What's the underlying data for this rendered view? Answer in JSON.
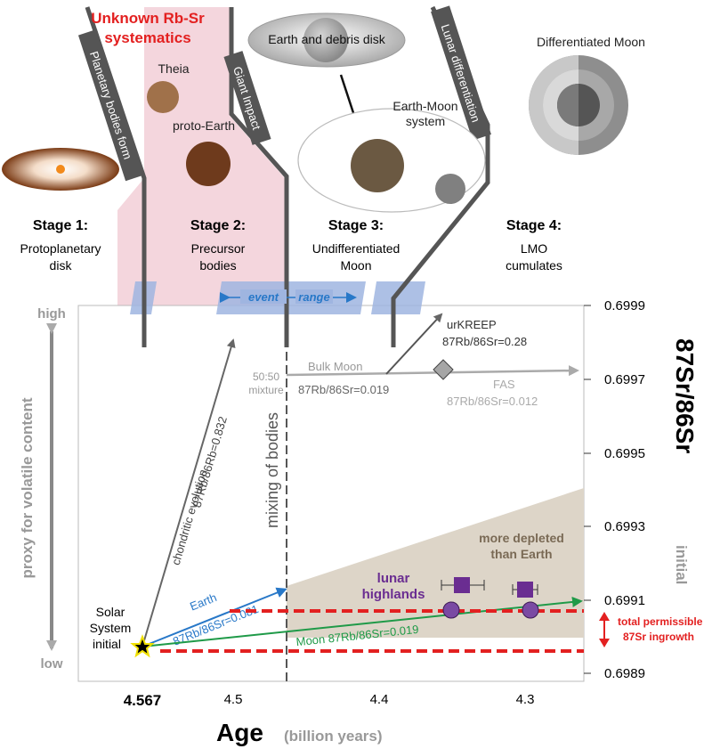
{
  "colors": {
    "pink_region": "#f4d6dd",
    "event_band": "#9fb5e0",
    "earth_blue": "#2878c8",
    "moon_green": "#1f9a48",
    "depleted_tan": "#ddd5c8",
    "red_dash": "#e32020",
    "purple": "#6a2d91",
    "axis_gray": "#555555"
  },
  "stages": [
    {
      "title": "Stage 1:",
      "sub1": "Protoplanetary",
      "sub2": "disk"
    },
    {
      "title": "Stage 2:",
      "sub1": "Precursor",
      "sub2": "bodies"
    },
    {
      "title": "Stage 3:",
      "sub1": "Undifferentiated",
      "sub2": "Moon"
    },
    {
      "title": "Stage 4:",
      "sub1": "LMO",
      "sub2": "cumulates"
    }
  ],
  "timeline_labels": {
    "planetary": "Planetary bodies form",
    "giant_impact": "Giant Impact",
    "lunar_diff": "Lunar differentiation"
  },
  "top": {
    "unknown_line1": "Unknown Rb-Sr",
    "unknown_line2": "systematics",
    "theia": "Theia",
    "proto_earth": "proto-Earth",
    "earth_debris": "Earth and debris disk",
    "earth_moon1": "Earth-Moon",
    "earth_moon2": "system",
    "diff_moon": "Differentiated Moon"
  },
  "event_range": {
    "left": "event",
    "right": "range"
  },
  "y_axis_left": {
    "high": "high",
    "low": "low",
    "label": "proxy for volatile content"
  },
  "y_axis_right": {
    "ticks": [
      "0.6999",
      "0.6997",
      "0.6995",
      "0.6993",
      "0.6991",
      "0.6989"
    ],
    "label_main": "87Sr/86Sr",
    "label_sub": "initial"
  },
  "x_axis": {
    "ticks": [
      "4.5",
      "4.4",
      "4.3"
    ],
    "start": "4.567",
    "label": "Age",
    "unit": "(billion years)"
  },
  "annotations": {
    "solar1": "Solar",
    "solar2": "System",
    "solar3": "initial",
    "chondritic": "chondritic evolution",
    "chondritic_ratio": "87Rb/86Rb=0.832",
    "earth": "Earth",
    "earth_ratio": "87Rb/86Sr=0.081",
    "moon_ratio": "Moon 87Rb/86Sr=0.019",
    "mixing": "mixing of bodies",
    "mixture1": "50:50",
    "mixture2": "mixture",
    "bulk_moon": "Bulk Moon",
    "bulk_ratio": "87Rb/86Sr=0.019",
    "urkreep": "urKREEP",
    "urkreep_ratio": "87Rb/86Sr=0.28",
    "fas": "FAS",
    "fas_ratio": "87Rb/86Sr=0.012",
    "depleted1": "more depleted",
    "depleted2": "than Earth",
    "highlands1": "lunar",
    "highlands2": "highlands",
    "permissible1": "total permissible",
    "permissible2": "87Sr ingrowth"
  }
}
